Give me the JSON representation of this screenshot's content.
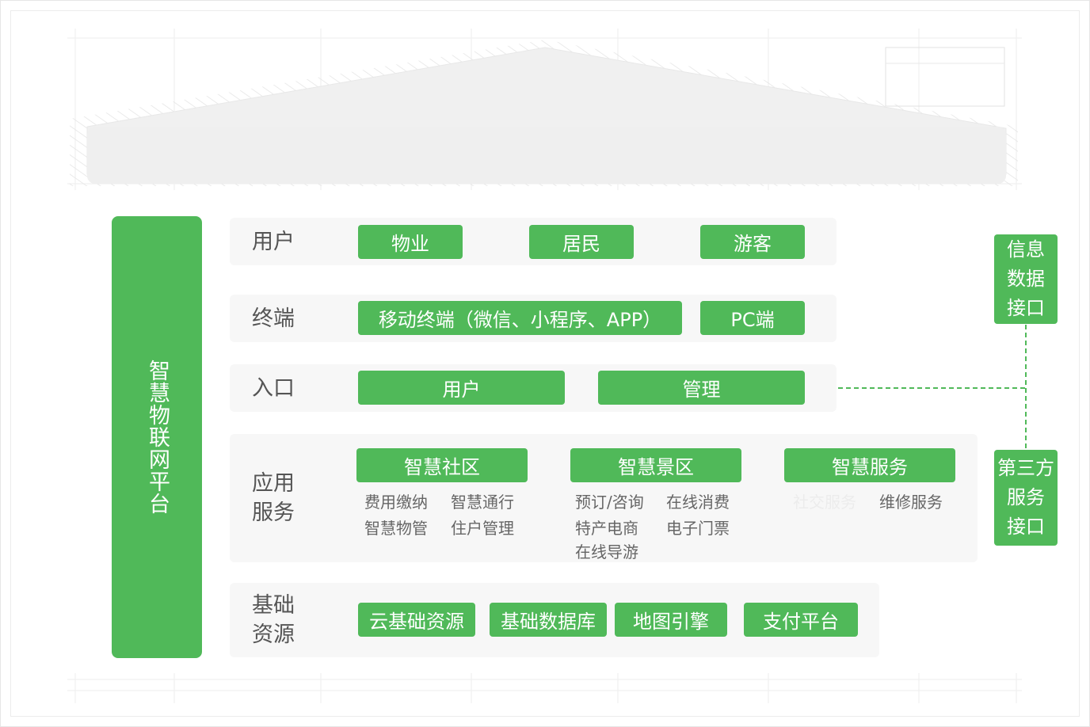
{
  "platform": {
    "label": "智慧物联网平台"
  },
  "rows": {
    "users": {
      "label": "用户",
      "items": [
        "物业",
        "居民",
        "游客"
      ]
    },
    "terminals": {
      "label": "终端",
      "items": [
        "移动终端（微信、小程序、APP）",
        "PC端"
      ]
    },
    "entry": {
      "label": "入口",
      "items": [
        "用户",
        "管理"
      ]
    },
    "apps": {
      "label": "应用\n服务",
      "groups": [
        {
          "title": "智慧社区",
          "items": [
            "费用缴纳",
            "智慧通行",
            "智慧物管",
            "住户管理"
          ]
        },
        {
          "title": "智慧景区",
          "items": [
            "预订/咨询",
            "在线消费",
            "特产电商",
            "电子门票",
            "在线导游"
          ]
        },
        {
          "title": "智慧服务",
          "items": [
            "社交服务",
            "维修服务"
          ]
        }
      ]
    },
    "base": {
      "label": "基础\n资源",
      "items": [
        "云基础资源",
        "基础数据库",
        "地图引擎",
        "支付平台"
      ]
    }
  },
  "interfaces": {
    "info": "信息\n数据\n接口",
    "third_party": "第三方\n服务\n接口"
  },
  "colors": {
    "accent": "#50b959",
    "panel": "#f7f7f7",
    "text": "#555555"
  }
}
